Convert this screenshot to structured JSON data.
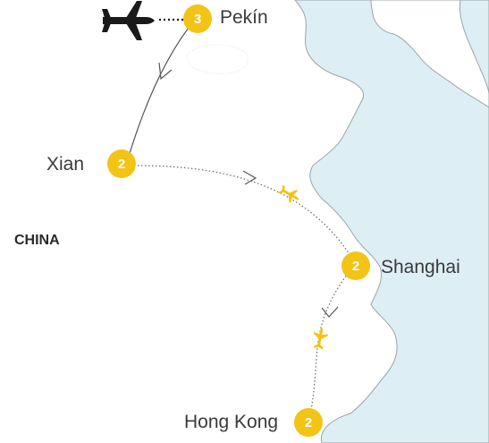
{
  "map": {
    "country_label": "CHINA",
    "colors": {
      "sea": "#ddeef4",
      "coast": "#9aa5ab",
      "badge": "#f3c316",
      "route": "#555555",
      "plane_small": "#f3c316",
      "plane_big": "#1a1a1a"
    },
    "stops": [
      {
        "name": "Pekín",
        "nights": "3"
      },
      {
        "name": "Xian",
        "nights": "2"
      },
      {
        "name": "Shanghai",
        "nights": "2"
      },
      {
        "name": "Hong Kong",
        "nights": "2"
      }
    ],
    "icons": [
      "plane-icon",
      "small-plane-icon",
      "arrow-icon"
    ]
  }
}
